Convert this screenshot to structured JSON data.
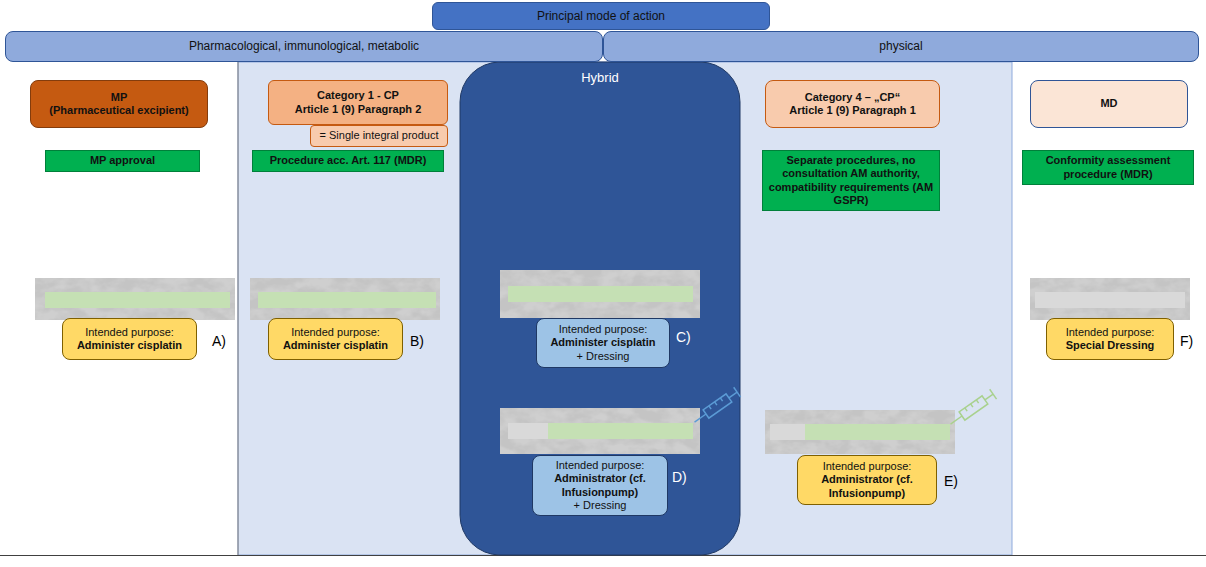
{
  "diagram": {
    "nodes": [
      {
        "text": [
          "Principal mode of action"
        ]
      },
      {
        "text": [
          "Pharmacological, immunological, metabolic"
        ]
      },
      {
        "text": [
          "physical"
        ]
      },
      {
        "text": [
          "MP",
          "(Pharmaceutical excipient)"
        ]
      },
      {
        "text": [
          "Category 1 - CP",
          "Article 1 (9) Paragraph 2"
        ]
      },
      {
        "text": [
          "= Single integral product"
        ]
      },
      {
        "text": [
          "Hybrid"
        ]
      },
      {
        "text": [
          "Category 4 – „CP“",
          "Article 1 (9) Paragraph 1"
        ]
      },
      {
        "text": [
          "MD"
        ]
      },
      {
        "text": [
          "MP approval"
        ]
      },
      {
        "text": [
          "Procedure acc. Art. 117 (MDR)"
        ]
      },
      {
        "text": [
          "Separate procedures, no consultation AM authority, compatibility requirements (AM GSPR)"
        ]
      },
      {
        "text": [
          "Conformity assessment procedure (MDR)"
        ]
      },
      {
        "text": [
          "Intended purpose:",
          "Administer cisplatin"
        ]
      },
      {
        "text": [
          "Intended purpose:",
          "Administer cisplatin"
        ]
      },
      {
        "text": [
          "Intended purpose:",
          "Administer cisplatin",
          "+ Dressing"
        ],
        "in": 6
      },
      {
        "text": [
          "Intended purpose:",
          "Administrator (cf. Infusionpump)",
          "+ Dressing"
        ],
        "in": 6
      },
      {
        "text": [
          "Intended purpose:",
          "Administrator (cf. Infusionpump)"
        ]
      },
      {
        "text": [
          "Intended purpose:",
          "Special Dressing"
        ]
      }
    ],
    "labels": [
      "A)",
      "B)",
      "C)",
      "D)",
      "E)",
      "F)"
    ]
  }
}
